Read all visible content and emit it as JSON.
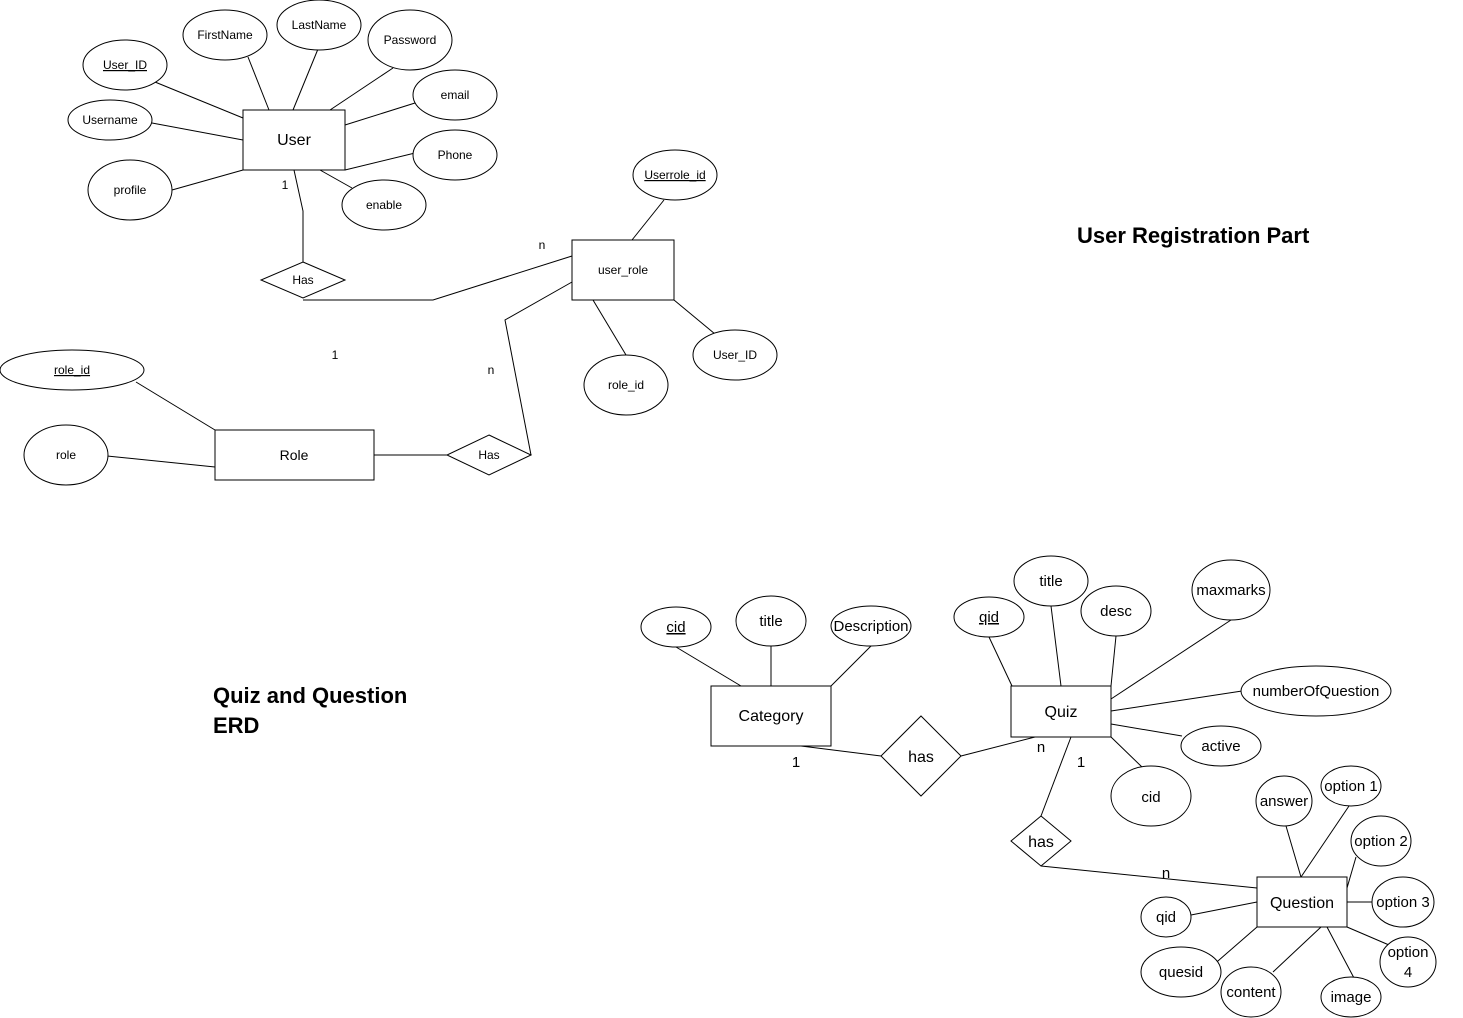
{
  "headings": {
    "user_part": "User Registration Part",
    "quiz_part_line1": "Quiz and Question",
    "quiz_part_line2": "ERD"
  },
  "entities": {
    "user": "User",
    "user_role": "user_role",
    "role": "Role",
    "category": "Category",
    "quiz": "Quiz",
    "question": "Question"
  },
  "relationships": {
    "user_has": "Has",
    "role_has": "Has",
    "category_has": "has",
    "quiz_has": "has"
  },
  "attributes": {
    "user_id": "User_ID",
    "firstname": "FirstName",
    "lastname": "LastName",
    "password": "Password",
    "email": "email",
    "username": "Username",
    "phone": "Phone",
    "profile": "profile",
    "enable": "enable",
    "userrole_id": "Userrole_id",
    "ur_role_id": "role_id",
    "ur_user_id": "User_ID",
    "role_id": "role_id",
    "role": "role",
    "cid": "cid",
    "cat_title": "title",
    "description": "Description",
    "qid": "qid",
    "quiz_title": "title",
    "desc": "desc",
    "maxmarks": "maxmarks",
    "number_of_question": "numberOfQuestion",
    "active": "active",
    "quiz_cid": "cid",
    "answer": "answer",
    "option1": "option 1",
    "option2": "option 2",
    "option3": "option 3",
    "option4_line1": "option",
    "option4_line2": "4",
    "question_qid": "qid",
    "quesid": "quesid",
    "content": "content",
    "image": "image"
  },
  "cardinalities": {
    "user_has": "1",
    "has_user_role": "n",
    "role_side": "1",
    "user_role_side": "n",
    "category_side": "1",
    "quiz_side_cat": "n",
    "quiz_side_q": "1",
    "question_side": "n"
  }
}
